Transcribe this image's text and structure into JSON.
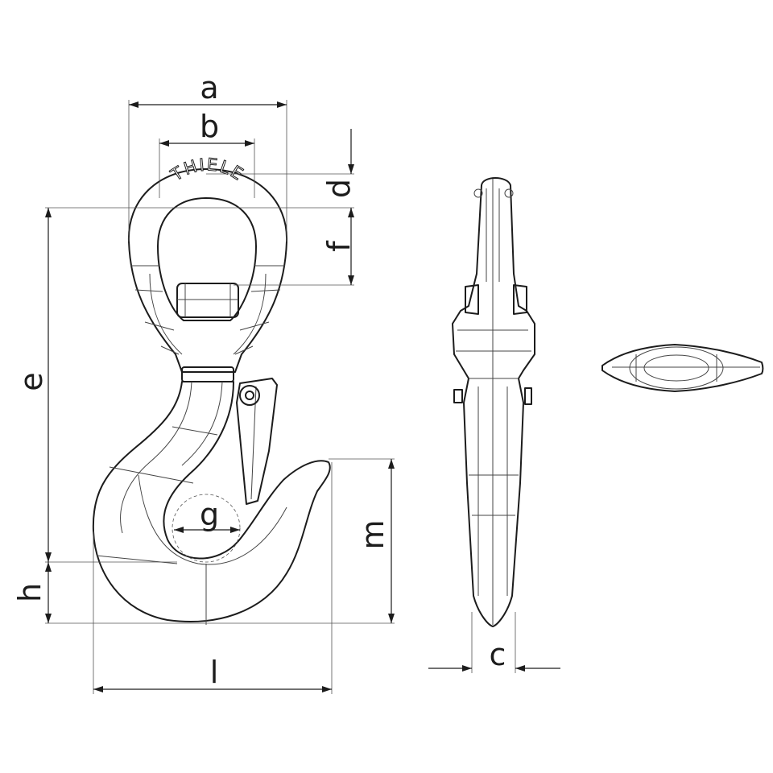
{
  "brand": "THIELE",
  "dimension_labels": {
    "a": "a",
    "b": "b",
    "c": "c",
    "d": "d",
    "e": "e",
    "f": "f",
    "g": "g",
    "h": "h",
    "l": "l",
    "m": "m"
  },
  "colors": {
    "line": "#1c1c1c",
    "background": "#ffffff"
  }
}
